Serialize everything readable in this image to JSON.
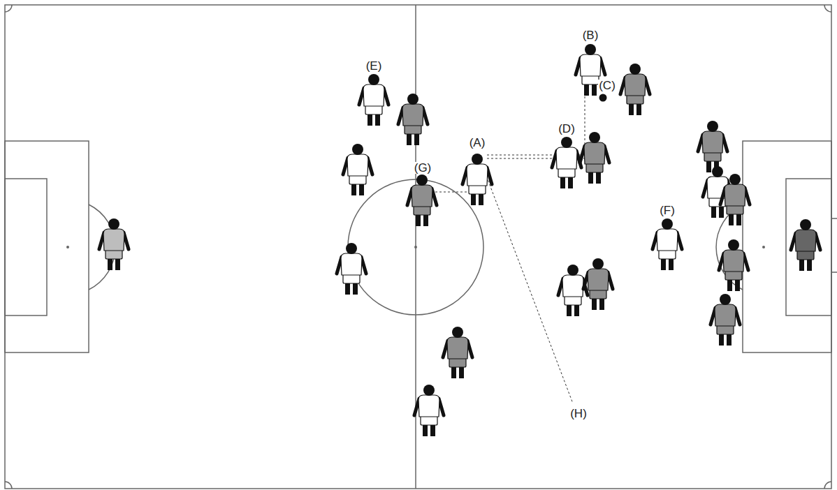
{
  "diagram": {
    "labels": [
      "(A)",
      "(B)",
      "(C)",
      "(D)",
      "(E)",
      "(F)",
      "(G)",
      "(H)"
    ]
  }
}
